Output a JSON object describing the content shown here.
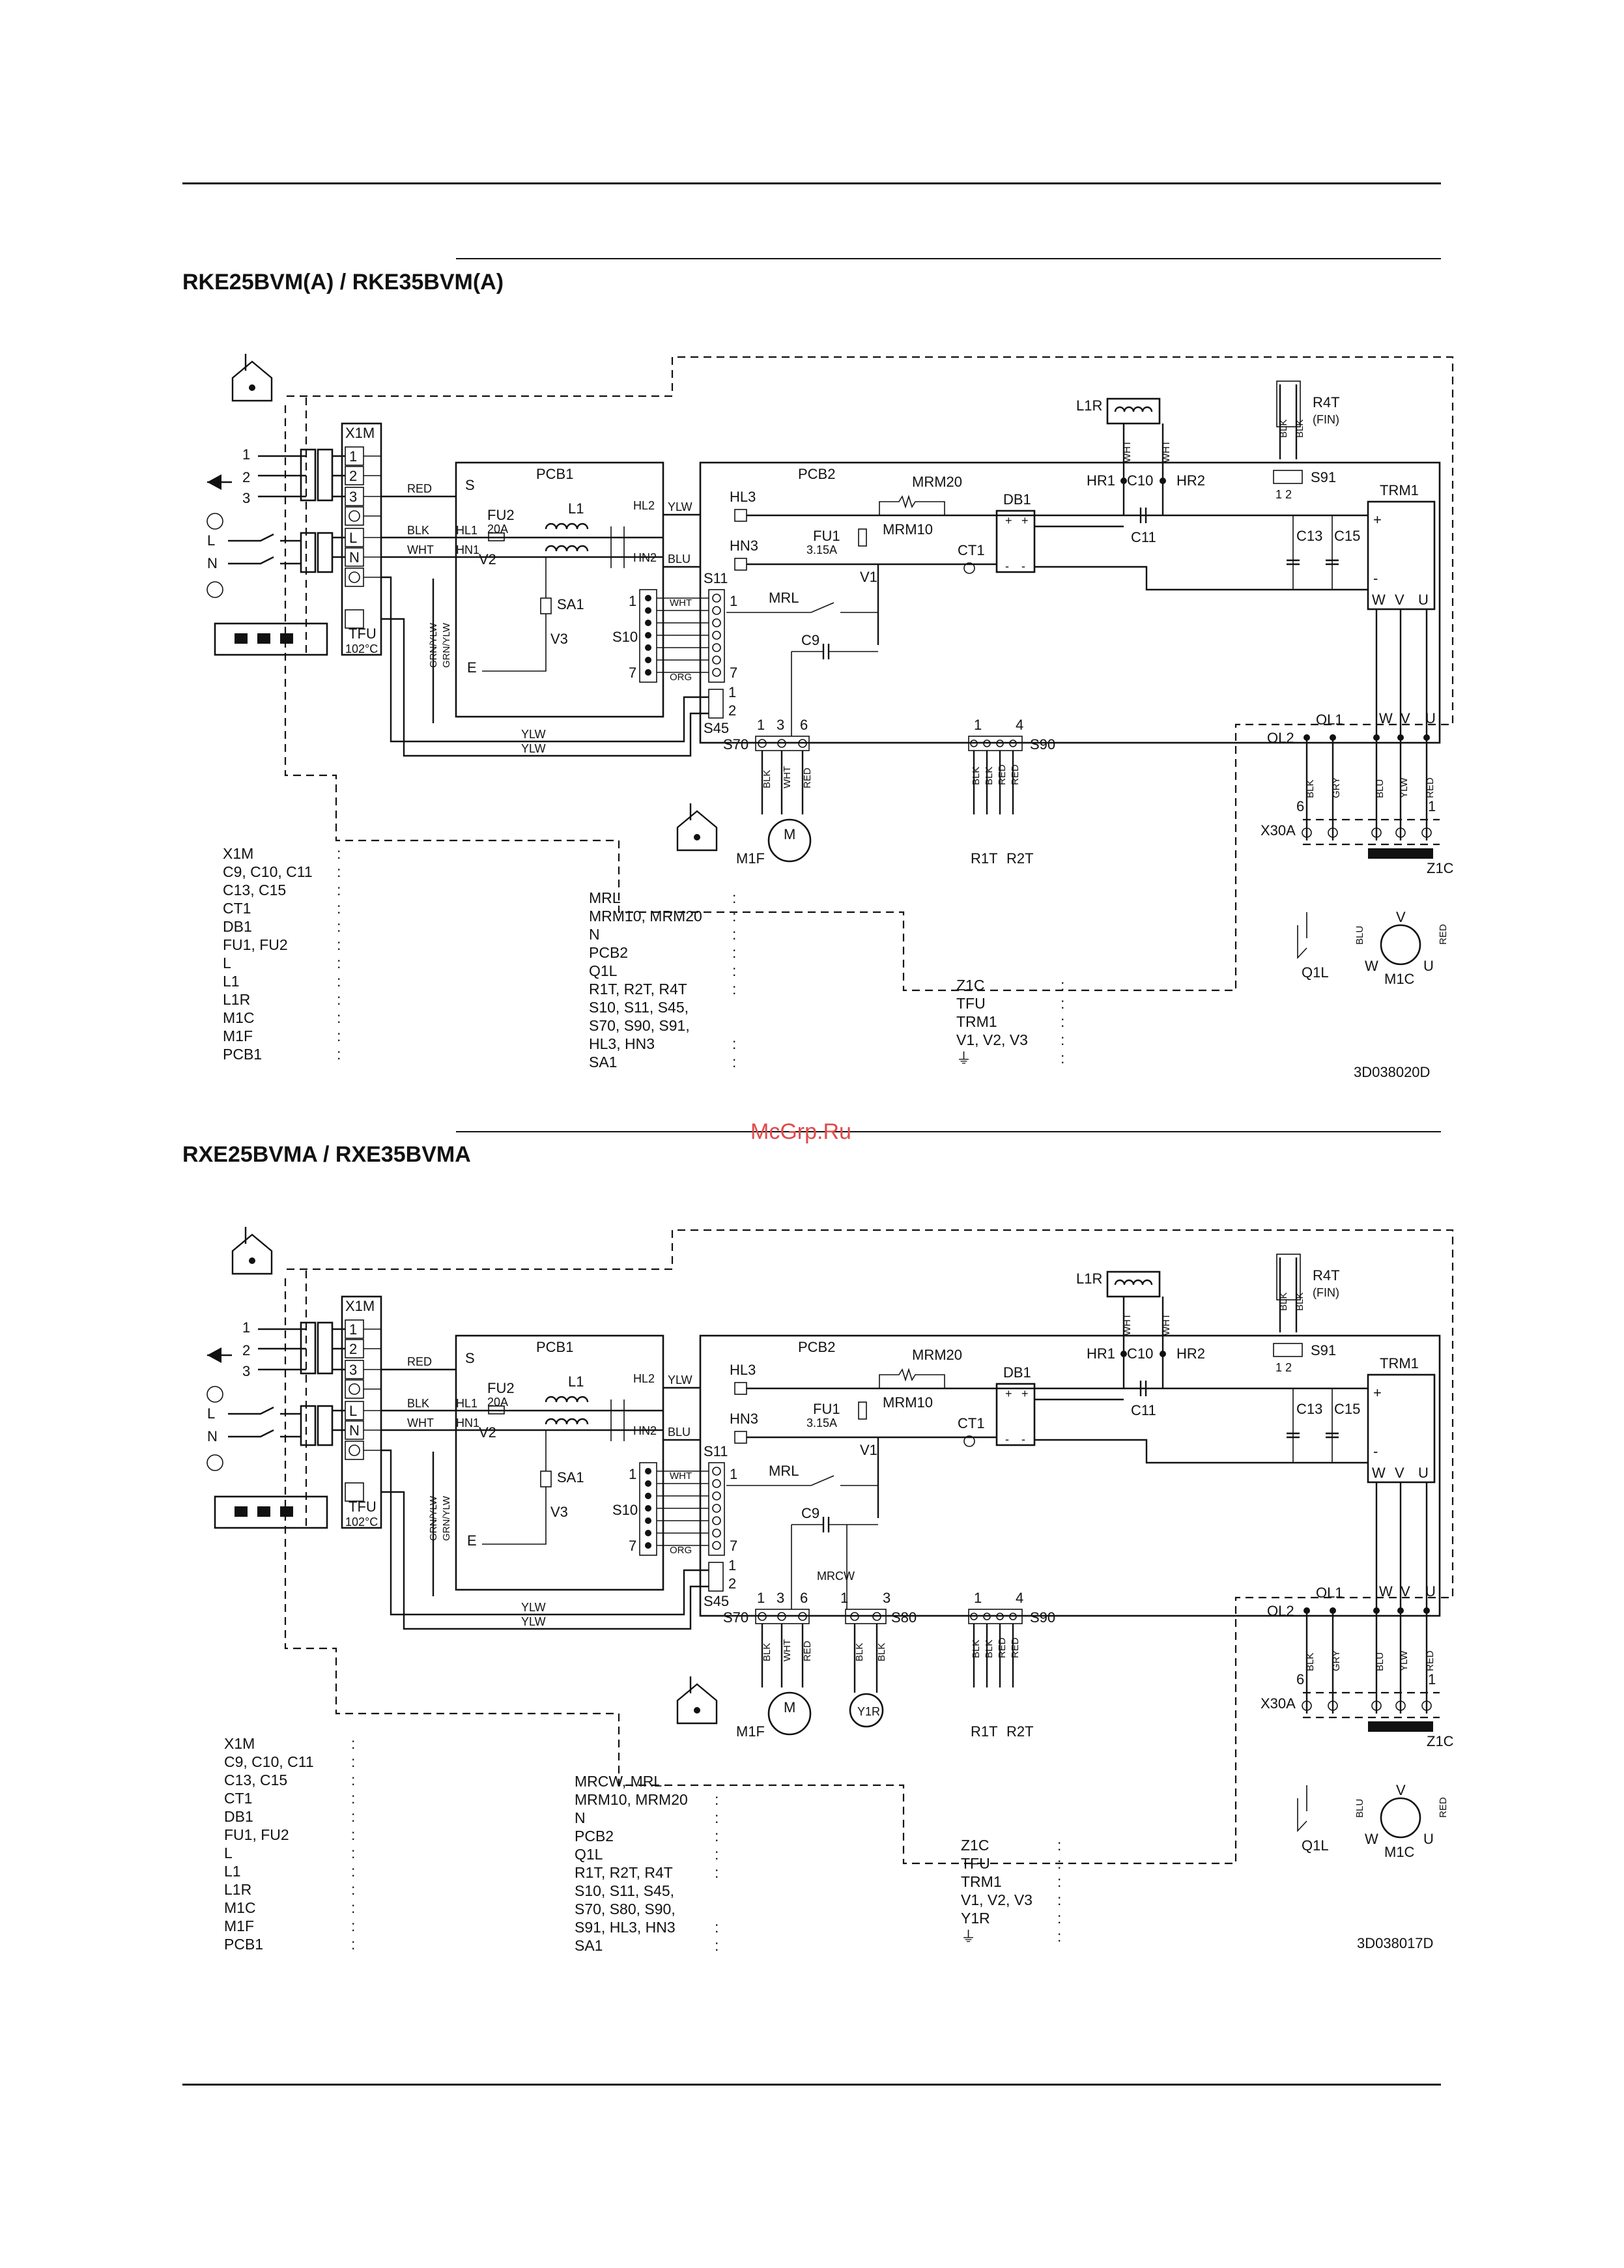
{
  "watermark": "McGrp.Ru",
  "diagrams": [
    {
      "title": "RKE25BVM(A) / RKE35BVM(A)",
      "code": "3D038020D",
      "legend_left": [
        "X1M",
        "C9, C10, C11",
        "C13, C15",
        "CT1",
        "DB1",
        "FU1, FU2",
        "L",
        "L1",
        "L1R",
        "M1C",
        "M1F",
        "PCB1"
      ],
      "legend_mid": [
        "MRL",
        "MRM10, MRM20",
        "N",
        "PCB2",
        "Q1L",
        "R1T, R2T, R4T",
        "S10, S11, S45,",
        "S70, S90, S91,",
        "HL3, HN3",
        "SA1"
      ],
      "legend_right": [
        "Z1C",
        "TFU",
        "TRM1",
        "V1, V2, V3",
        "⏚"
      ],
      "labels": {
        "x1m": "X1M",
        "t1": "1",
        "t2": "2",
        "t3": "3",
        "tL": "L",
        "tN": "N",
        "tfu": "TFU",
        "tfu_temp": "102°C",
        "pcb1": "PCB1",
        "s": "S",
        "fu2": "FU2",
        "fu2_val": "20A",
        "l1": "L1",
        "hl1": "HL1",
        "hn1": "HN1",
        "hl2": "HL2",
        "hn2": "HN2",
        "v2": "V2",
        "sa1": "SA1",
        "v3": "V3",
        "e": "E",
        "red": "RED",
        "blk": "BLK",
        "wht": "WHT",
        "ylw": "YLW",
        "blu": "BLU",
        "grnylw": "GRN/YLW",
        "gry": "GRY",
        "org": "ORG",
        "pcb2": "PCB2",
        "hl3": "HL3",
        "hn3": "HN3",
        "fu1": "FU1",
        "fu1_val": "3.15A",
        "mrm20": "MRM20",
        "mrm10": "MRM10",
        "db1": "DB1",
        "ct1": "CT1",
        "v1": "V1",
        "mrl": "MRL",
        "c9": "C9",
        "s11": "S11",
        "s10": "S10",
        "s45": "S45",
        "s70": "S70",
        "s90": "S90",
        "n1": "1",
        "n2": "2",
        "n3": "3",
        "n4": "4",
        "n6": "6",
        "n7": "7",
        "l1r": "L1R",
        "hr1": "HR1",
        "hr2": "HR2",
        "c10": "C10",
        "c11": "C11",
        "r4t": "R4T",
        "fin": "(FIN)",
        "s91": "S91",
        "s91_pins": "1 2",
        "trm1": "TRM1",
        "c13": "C13",
        "c15": "C15",
        "w": "W",
        "v": "V",
        "u": "U",
        "ol1": "OL1",
        "ol2": "OL2",
        "x30a": "X30A",
        "z1c": "Z1C",
        "q1l": "Q1L",
        "m1c": "M1C",
        "m1f": "M1F",
        "r1t": "R1T",
        "r2t": "R2T",
        "m": "M",
        "plus": "+",
        "minus": "-"
      }
    },
    {
      "title": "RXE25BVMA / RXE35BVMA",
      "code": "3D038017D",
      "legend_left": [
        "X1M",
        "C9, C10, C11",
        "C13, C15",
        "CT1",
        "DB1",
        "FU1, FU2",
        "L",
        "L1",
        "L1R",
        "M1C",
        "M1F",
        "PCB1"
      ],
      "legend_mid": [
        "MRCW, MRL",
        "MRM10, MRM20",
        "N",
        "PCB2",
        "Q1L",
        "R1T, R2T, R4T",
        "S10, S11, S45,",
        "S70, S80, S90,",
        "S91, HL3, HN3",
        "SA1"
      ],
      "legend_right": [
        "Z1C",
        "TFU",
        "TRM1",
        "V1, V2, V3",
        "Y1R",
        "⏚"
      ],
      "labels": {
        "x1m": "X1M",
        "t1": "1",
        "t2": "2",
        "t3": "3",
        "tL": "L",
        "tN": "N",
        "tfu": "TFU",
        "tfu_temp": "102°C",
        "pcb1": "PCB1",
        "s": "S",
        "fu2": "FU2",
        "fu2_val": "20A",
        "l1": "L1",
        "hl1": "HL1",
        "hn1": "HN1",
        "hl2": "HL2",
        "hn2": "HN2",
        "v2": "V2",
        "sa1": "SA1",
        "v3": "V3",
        "e": "E",
        "red": "RED",
        "blk": "BLK",
        "wht": "WHT",
        "ylw": "YLW",
        "blu": "BLU",
        "grnylw": "GRN/YLW",
        "gry": "GRY",
        "org": "ORG",
        "pcb2": "PCB2",
        "hl3": "HL3",
        "hn3": "HN3",
        "fu1": "FU1",
        "fu1_val": "3.15A",
        "mrm20": "MRM20",
        "mrm10": "MRM10",
        "db1": "DB1",
        "ct1": "CT1",
        "v1": "V1",
        "mrl": "MRL",
        "c9": "C9",
        "s11": "S11",
        "s10": "S10",
        "s45": "S45",
        "s70": "S70",
        "s90": "S90",
        "n1": "1",
        "n2": "2",
        "n3": "3",
        "n4": "4",
        "n6": "6",
        "n7": "7",
        "l1r": "L1R",
        "hr1": "HR1",
        "hr2": "HR2",
        "c10": "C10",
        "c11": "C11",
        "r4t": "R4T",
        "fin": "(FIN)",
        "s91": "S91",
        "s91_pins": "1 2",
        "trm1": "TRM1",
        "c13": "C13",
        "c15": "C15",
        "w": "W",
        "v": "V",
        "u": "U",
        "ol1": "OL1",
        "ol2": "OL2",
        "x30a": "X30A",
        "z1c": "Z1C",
        "q1l": "Q1L",
        "m1c": "M1C",
        "m1f": "M1F",
        "r1t": "R1T",
        "r2t": "R2T",
        "m": "M",
        "plus": "+",
        "minus": "-",
        "mrcw": "MRCW",
        "s80": "S80",
        "y1r": "Y1R"
      }
    }
  ]
}
